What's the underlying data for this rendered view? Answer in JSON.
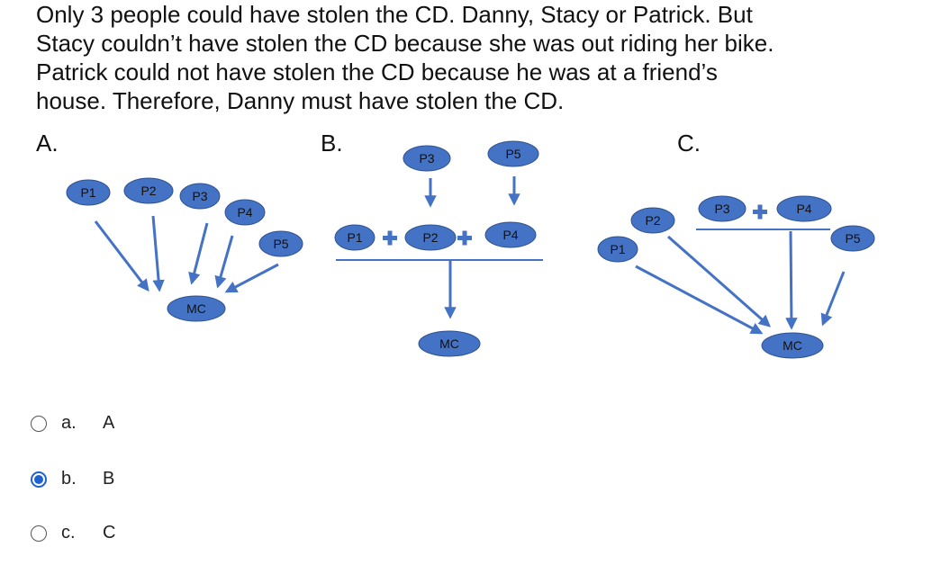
{
  "question": {
    "lines": [
      "Only 3 people could have stolen the CD. Danny, Stacy or Patrick. But",
      "Stacy couldn’t have stolen the CD because she was out riding her bike.",
      "Patrick  could not have stolen the CD because he was at a friend’s",
      "house. Therefore, Danny must have stolen the CD."
    ]
  },
  "panels": [
    {
      "label": "A."
    },
    {
      "label": "B."
    },
    {
      "label": "C."
    }
  ],
  "diagram": {
    "node_fill": "#4472c4",
    "node_stroke": "#2f528f",
    "arrow_color": "#4472c4",
    "a": {
      "p1": "P1",
      "p2": "P2",
      "p3": "P3",
      "p4": "P4",
      "p5": "P5",
      "mc": "MC"
    },
    "b": {
      "p1": "P1",
      "p2": "P2",
      "p3": "P3",
      "p4": "P4",
      "p5": "P5",
      "mc": "MC"
    },
    "c": {
      "p1": "P1",
      "p2": "P2",
      "p3": "P3",
      "p4": "P4",
      "p5": "P5",
      "mc": "MC"
    }
  },
  "options": [
    {
      "letter": "a.",
      "text": "A",
      "selected": false
    },
    {
      "letter": "b.",
      "text": "B",
      "selected": true
    },
    {
      "letter": "c.",
      "text": "C",
      "selected": false
    }
  ],
  "accent_color": "#1e62d0"
}
